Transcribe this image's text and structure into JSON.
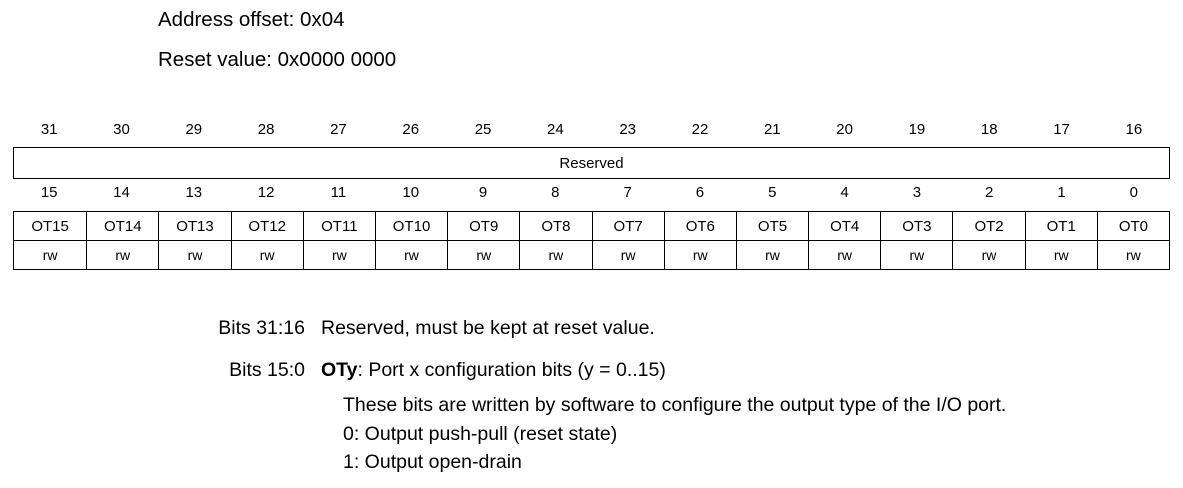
{
  "header": {
    "address_offset": "Address offset: 0x04",
    "reset_value": "Reset value: 0x0000 0000"
  },
  "register_table": {
    "high_bits": [
      "31",
      "30",
      "29",
      "28",
      "27",
      "26",
      "25",
      "24",
      "23",
      "22",
      "21",
      "20",
      "19",
      "18",
      "17",
      "16"
    ],
    "high_field": "Reserved",
    "low_bits": [
      "15",
      "14",
      "13",
      "12",
      "11",
      "10",
      "9",
      "8",
      "7",
      "6",
      "5",
      "4",
      "3",
      "2",
      "1",
      "0"
    ],
    "low_fields": [
      "OT15",
      "OT14",
      "OT13",
      "OT12",
      "OT11",
      "OT10",
      "OT9",
      "OT8",
      "OT7",
      "OT6",
      "OT5",
      "OT4",
      "OT3",
      "OT2",
      "OT1",
      "OT0"
    ],
    "access": [
      "rw",
      "rw",
      "rw",
      "rw",
      "rw",
      "rw",
      "rw",
      "rw",
      "rw",
      "rw",
      "rw",
      "rw",
      "rw",
      "rw",
      "rw",
      "rw"
    ]
  },
  "description": {
    "bits_31_16_label": "Bits 31:16",
    "bits_31_16_text": "Reserved, must be kept at reset value.",
    "bits_15_0_label": "Bits 15:0",
    "bits_15_0_field": "OTy",
    "bits_15_0_text": ": Port x configuration bits (y = 0..15)",
    "details": [
      "These bits are written by software to configure the output type of the I/O port.",
      "0: Output push-pull (reset state)",
      "1: Output open-drain"
    ]
  },
  "colors": {
    "text": "#000000",
    "background": "#ffffff",
    "table_border": "#000000"
  }
}
